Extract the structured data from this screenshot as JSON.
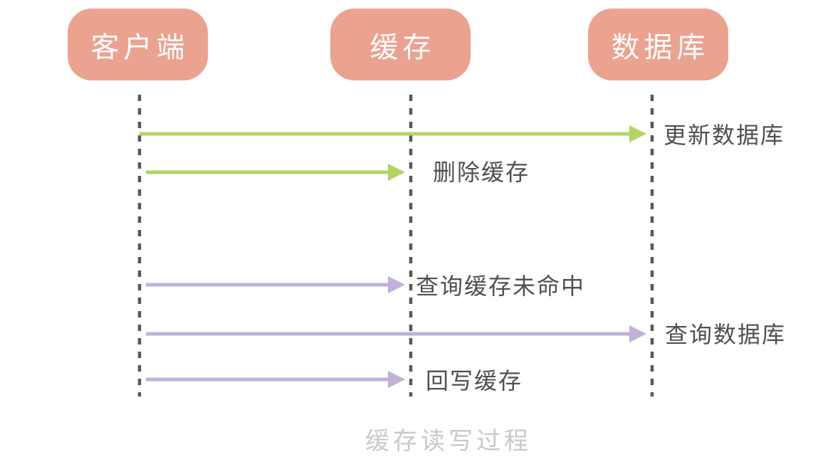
{
  "caption": "缓存读写过程",
  "actors": [
    {
      "id": "client",
      "label": "客户端"
    },
    {
      "id": "cache",
      "label": "缓存"
    },
    {
      "id": "database",
      "label": "数据库"
    }
  ],
  "messages": [
    {
      "label": "更新数据库",
      "from": "client",
      "to": "database",
      "color_key": "green_arrow"
    },
    {
      "label": "删除缓存",
      "from": "client",
      "to": "cache",
      "color_key": "green_arrow"
    },
    {
      "label": "查询缓存未命中",
      "from": "client",
      "to": "cache",
      "color_key": "purple_arrow"
    },
    {
      "label": "查询数据库",
      "from": "client",
      "to": "database",
      "color_key": "purple_arrow"
    },
    {
      "label": "回写缓存",
      "from": "client",
      "to": "cache",
      "color_key": "purple_arrow"
    }
  ],
  "colors": {
    "actor_bg": "#EBA28F",
    "actor_text": "#FFFFFF",
    "green_arrow": "#B2D465",
    "purple_arrow": "#BFB1DA",
    "lifeline": "#595959",
    "label_text": "#4F4F4F",
    "caption_text": "#C9C9C9"
  }
}
